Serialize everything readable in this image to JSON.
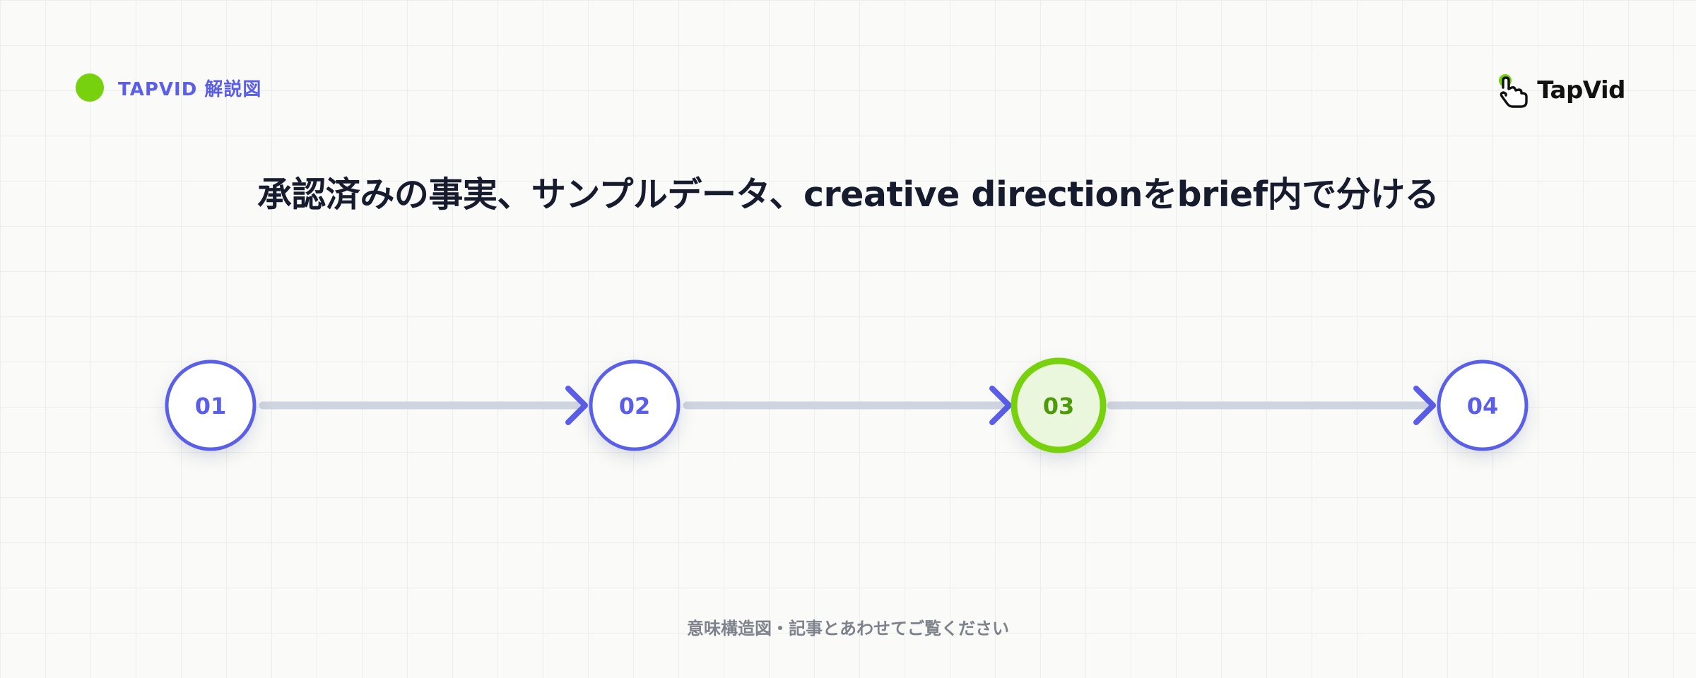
{
  "header": {
    "brand_label": "TAPVID 解説図",
    "logo_text": "TapVid",
    "accent_color": "#77d10d",
    "brand_color": "#5a5ee8"
  },
  "title": "承認済みの事実、サンプルデータ、creative directionをbrief内で分ける",
  "steps": [
    {
      "label": "01",
      "highlighted": false
    },
    {
      "label": "02",
      "highlighted": false
    },
    {
      "label": "03",
      "highlighted": true
    },
    {
      "label": "04",
      "highlighted": false
    }
  ],
  "colors": {
    "step_ring": "#5a5ee8",
    "step_highlight_ring": "#77d10d",
    "step_highlight_fill": "#eaf7dc",
    "step_highlight_text": "#4f9a0a",
    "connector": "#cfd5e0",
    "arrowhead": "#5a5ee8"
  },
  "footer": {
    "note": "意味構造図・記事とあわせてご覧ください"
  }
}
